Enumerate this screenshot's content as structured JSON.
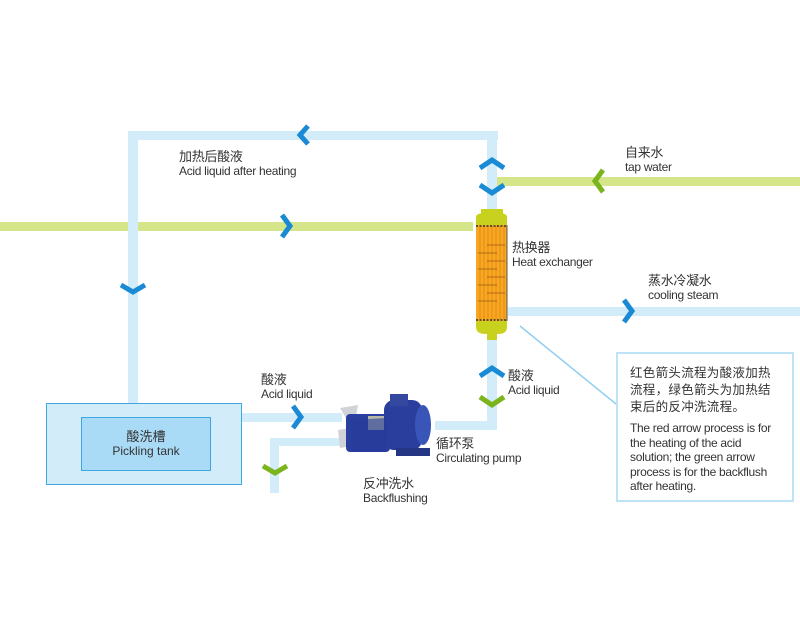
{
  "colors": {
    "acid_pipe": "#d3ecfa",
    "water_pipe": "#d5e58a",
    "arrow_blue": "#1a8ad4",
    "arrow_green": "#7ab51d",
    "tank_outer": "#d3ecfa",
    "tank_inner": "#a9daf6",
    "tank_border": "#3ea7df",
    "exchanger_tubes": "#f7a823",
    "exchanger_cap": "#c9d11f",
    "pump_body": "#2a3e9e",
    "note_border": "#bfe3f6"
  },
  "labels": {
    "acid_after_heating": {
      "zh": "加热后酸液",
      "en": "Acid liquid after heating"
    },
    "tap_water": {
      "zh": "自来水",
      "en": "tap water"
    },
    "heat_exchanger": {
      "zh": "热换器",
      "en": "Heat exchanger"
    },
    "cooling_steam": {
      "zh": "蒸水冷凝水",
      "en": "cooling steam"
    },
    "acid_liquid_left": {
      "zh": "酸液",
      "en": "Acid liquid"
    },
    "acid_liquid_right": {
      "zh": "酸液",
      "en": "Acid liquid"
    },
    "circulating_pump": {
      "zh": "循环泵",
      "en": "Circulating pump"
    },
    "backflushing": {
      "zh": "反冲洗水",
      "en": "Backflushing"
    },
    "pickling_tank": {
      "zh": "酸洗槽",
      "en": "Pickling tank"
    }
  },
  "note": {
    "zh": "红色箭头流程为酸液加热流程，绿色箭头为加热结束后的反冲洗流程。",
    "en": "The red arrow process is for the heating of the acid solution; the green arrow process is for the backflush after heating."
  },
  "arrows": [
    {
      "name": "arrow-top-left",
      "dir": "left",
      "color": "blue"
    },
    {
      "name": "arrow-left-down",
      "dir": "down",
      "color": "blue"
    },
    {
      "name": "arrow-green-right",
      "dir": "right",
      "color": "blue"
    },
    {
      "name": "arrow-exchanger-top-up",
      "dir": "up",
      "color": "blue"
    },
    {
      "name": "arrow-exchanger-top-down",
      "dir": "down",
      "color": "blue"
    },
    {
      "name": "arrow-tap-water-left",
      "dir": "left",
      "color": "green"
    },
    {
      "name": "arrow-cooling-steam-right",
      "dir": "right",
      "color": "blue"
    },
    {
      "name": "arrow-acid-up",
      "dir": "up",
      "color": "blue"
    },
    {
      "name": "arrow-acid-down",
      "dir": "down",
      "color": "green"
    },
    {
      "name": "arrow-acid-to-pump-right",
      "dir": "right",
      "color": "blue"
    },
    {
      "name": "arrow-backflush-down",
      "dir": "down",
      "color": "green"
    }
  ]
}
